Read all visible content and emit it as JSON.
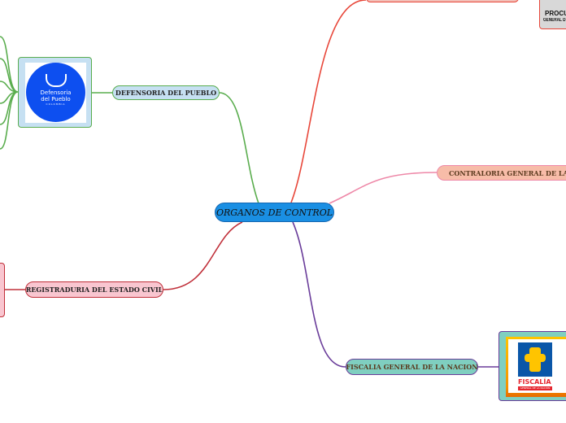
{
  "central": {
    "label": "ORGANOS DE CONTROL",
    "color": "#1a8fe3"
  },
  "branches": [
    {
      "label": "DEFENSORIA DEL PUEBLO",
      "color": "#5aad4e",
      "logo_text": [
        "Defensoria",
        "del Pueblo",
        "COLOMBIA"
      ]
    },
    {
      "label": "",
      "color": "#e8473a",
      "logo_text": [
        "PROCU",
        "GENERAL D"
      ]
    },
    {
      "label": "CONTRALORIA GENERAL DE LA REPU",
      "color": "#ee88a8"
    },
    {
      "label": "REGISTRADURIA DEL ESTADO CIVIL",
      "color": "#c0303a"
    },
    {
      "label": "FISCALIA GENERAL DE LA NACION",
      "color": "#6a3d9a",
      "logo_text": [
        "FISCALÍA",
        "GENERAL DE LA NACIÓN"
      ]
    }
  ]
}
